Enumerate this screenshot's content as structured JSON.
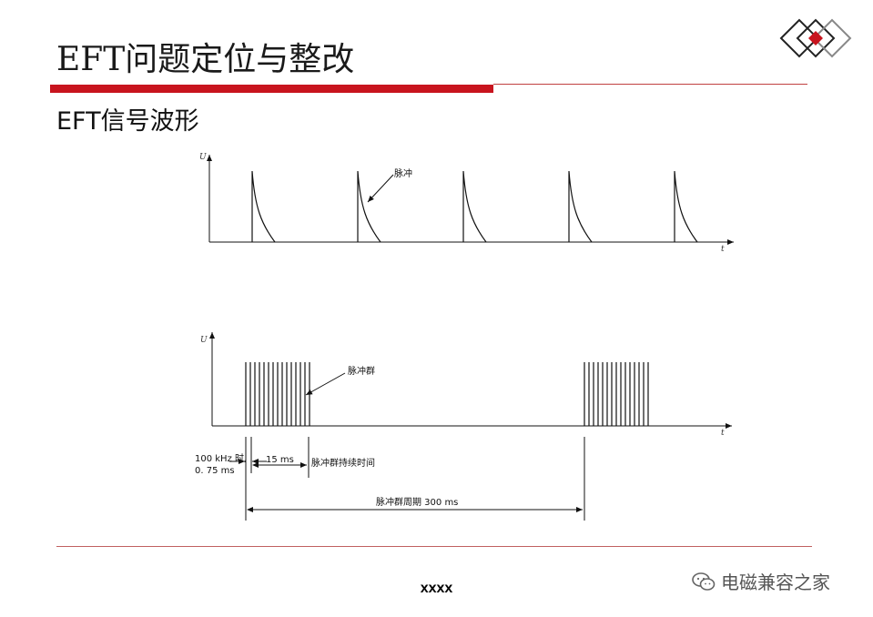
{
  "slide": {
    "title": "EFT问题定位与整改",
    "subtitle": "EFT信号波形",
    "footer": "xxxx",
    "watermark": "电磁兼容之家"
  },
  "diagram": {
    "top": {
      "y_axis_label": "U",
      "x_axis_label": "t",
      "annotation": "脉冲",
      "pulse_count": 5
    },
    "bottom": {
      "y_axis_label": "U",
      "x_axis_label": "t",
      "annotation": "脉冲群",
      "freq_label_line1": "100 kHz 时,",
      "freq_label_line2": "0. 75 ms",
      "duration_value": "15 ms",
      "duration_label": "脉冲群持续时间",
      "period_label": "脉冲群周期 300 ms"
    }
  },
  "colors": {
    "accent_red": "#c8141e",
    "line": "#111111"
  },
  "icons": {
    "logo": "diamond-logo-icon",
    "watermark": "wechat-icon"
  }
}
